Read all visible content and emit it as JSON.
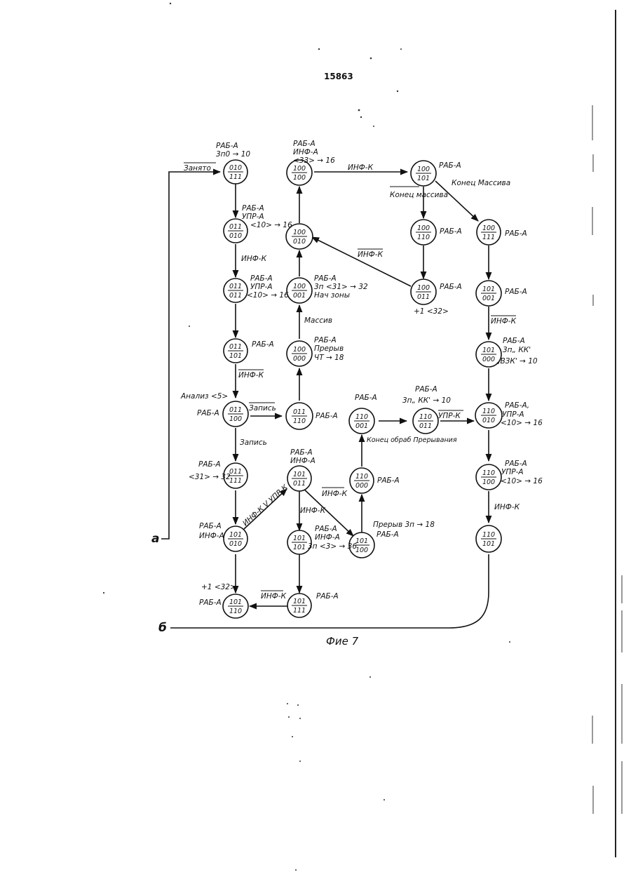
{
  "page_number": "15863",
  "caption": "Фие 7",
  "side_labels": {
    "a": "а",
    "b": "б"
  },
  "states": [
    {
      "id": "010-111",
      "top": "010",
      "bottom": "111"
    },
    {
      "id": "011-010",
      "top": "011",
      "bottom": "010"
    },
    {
      "id": "011-011",
      "top": "011",
      "bottom": "011"
    },
    {
      "id": "011-101",
      "top": "011",
      "bottom": "101"
    },
    {
      "id": "011-100",
      "top": "011",
      "bottom": "100"
    },
    {
      "id": "011-111",
      "top": "011",
      "bottom": "111"
    },
    {
      "id": "101-010",
      "top": "101",
      "bottom": "010"
    },
    {
      "id": "101-110",
      "top": "101",
      "bottom": "110"
    },
    {
      "id": "100-100",
      "top": "100",
      "bottom": "100"
    },
    {
      "id": "100-010",
      "top": "100",
      "bottom": "010"
    },
    {
      "id": "100-001",
      "top": "100",
      "bottom": "001"
    },
    {
      "id": "100-000",
      "top": "100",
      "bottom": "000"
    },
    {
      "id": "011-110",
      "top": "011",
      "bottom": "110"
    },
    {
      "id": "101-011",
      "top": "101",
      "bottom": "011"
    },
    {
      "id": "101-101",
      "top": "101",
      "bottom": "101"
    },
    {
      "id": "101-111",
      "top": "101",
      "bottom": "111"
    },
    {
      "id": "100-101",
      "top": "100",
      "bottom": "101"
    },
    {
      "id": "100-110",
      "top": "100",
      "bottom": "110"
    },
    {
      "id": "100-011",
      "top": "100",
      "bottom": "011"
    },
    {
      "id": "110-001",
      "top": "110",
      "bottom": "001"
    },
    {
      "id": "110-000",
      "top": "110",
      "bottom": "000"
    },
    {
      "id": "101-100",
      "top": "101",
      "bottom": "100"
    },
    {
      "id": "110-011",
      "top": "110",
      "bottom": "011"
    },
    {
      "id": "100-111",
      "top": "100",
      "bottom": "111"
    },
    {
      "id": "101-001",
      "top": "101",
      "bottom": "001"
    },
    {
      "id": "101-000",
      "top": "101",
      "bottom": "000"
    },
    {
      "id": "110-010",
      "top": "110",
      "bottom": "010"
    },
    {
      "id": "110-100",
      "top": "110",
      "bottom": "100"
    },
    {
      "id": "110-101",
      "top": "110",
      "bottom": "101"
    }
  ],
  "labels": {
    "s1_a": "РАБ-А",
    "s1_b": "3п0 → 10",
    "zanyato": "Занято",
    "s2_a": "РАБ-А",
    "s2_b": "УПР-А",
    "s2_c": "<10> → 16",
    "e_inf1": "ИНФ-К",
    "s3_a": "РАБ-А",
    "s3_b": "УПР-А",
    "s3_c": "<10> → 16",
    "s4_a": "РАБ-А",
    "e_inf2": "ИНФ-К",
    "analiz": "Анализ <5>",
    "s5_a": "РАБ-А",
    "zapis_top": "Запись",
    "zapis_left": "Запись",
    "s6_a": "РАБ-А",
    "s6_b": "<31> → 32",
    "s7_a": "РАБ-А",
    "s7_b": "ИНФ-А",
    "s8_pre": "+1 <32>",
    "s8_a": "РАБ-А",
    "s9_a": "РАБ-А",
    "s9_b": "ИНФ-А",
    "s9_c": "<33> → 16",
    "e_inf_top": "ИНФ-К",
    "s11_a": "РАБ-А",
    "s11_b": "3п <31> → 32",
    "s11_c": "Нач зоны",
    "massiv": "Массив",
    "s12_a": "РАБ-А",
    "s12_b": "Прерыв",
    "s12_c": "ЧТ → 18",
    "s13_a": "РАБ-А",
    "s14_a": "РАБ-А",
    "s14_b": "ИНФ-А",
    "e_inf_upr_left": "ИНФ-К V УПР-К",
    "e_inf_upr_right": "ИНФ-К",
    "e_inf3": "ИНФ-К",
    "s15_a": "РАБ-А",
    "s15_b": "ИНФ-А",
    "s15_c": "3п <3> → 36",
    "s16_a": "РАБ-А",
    "e_inf4": "ИНФ-К",
    "s17_a": "РАБ-А",
    "konec_massiva": "Конец массива",
    "konec_massiva_right": "Конец Массива",
    "s18_a": "РАБ-А",
    "e_inf_back": "ИНФ-К",
    "s19_a": "РАБ-А",
    "s19_post": "+1 <32>",
    "s20_a": "РАБ-А",
    "konec_obrab": "Конец обраб Прерывания",
    "s21_a": "РАБ-А",
    "preryv": "Прерыв 3п → 18",
    "s22_a": "РАБ-А",
    "s23_a": "РАБ-А",
    "s23_b": "3п„ КК' → 10",
    "e_upr": "УПР-К",
    "s24_a": "РАБ-А",
    "s25_a": "РАБ-А",
    "e_inf5": "ИНФ-К",
    "s26_a": "РАБ-А",
    "s26_b": "3п„ КК'",
    "s26_c": "„ВЗК' → 10",
    "s27_a": "РАБ-А,",
    "s27_b": "УПР-А",
    "s27_c": "<10> → 16",
    "s28_a": "РАБ-А",
    "s28_b": "УПР-А",
    "s28_c": "<10> → 16",
    "e_inf6": "ИНФ-К"
  }
}
